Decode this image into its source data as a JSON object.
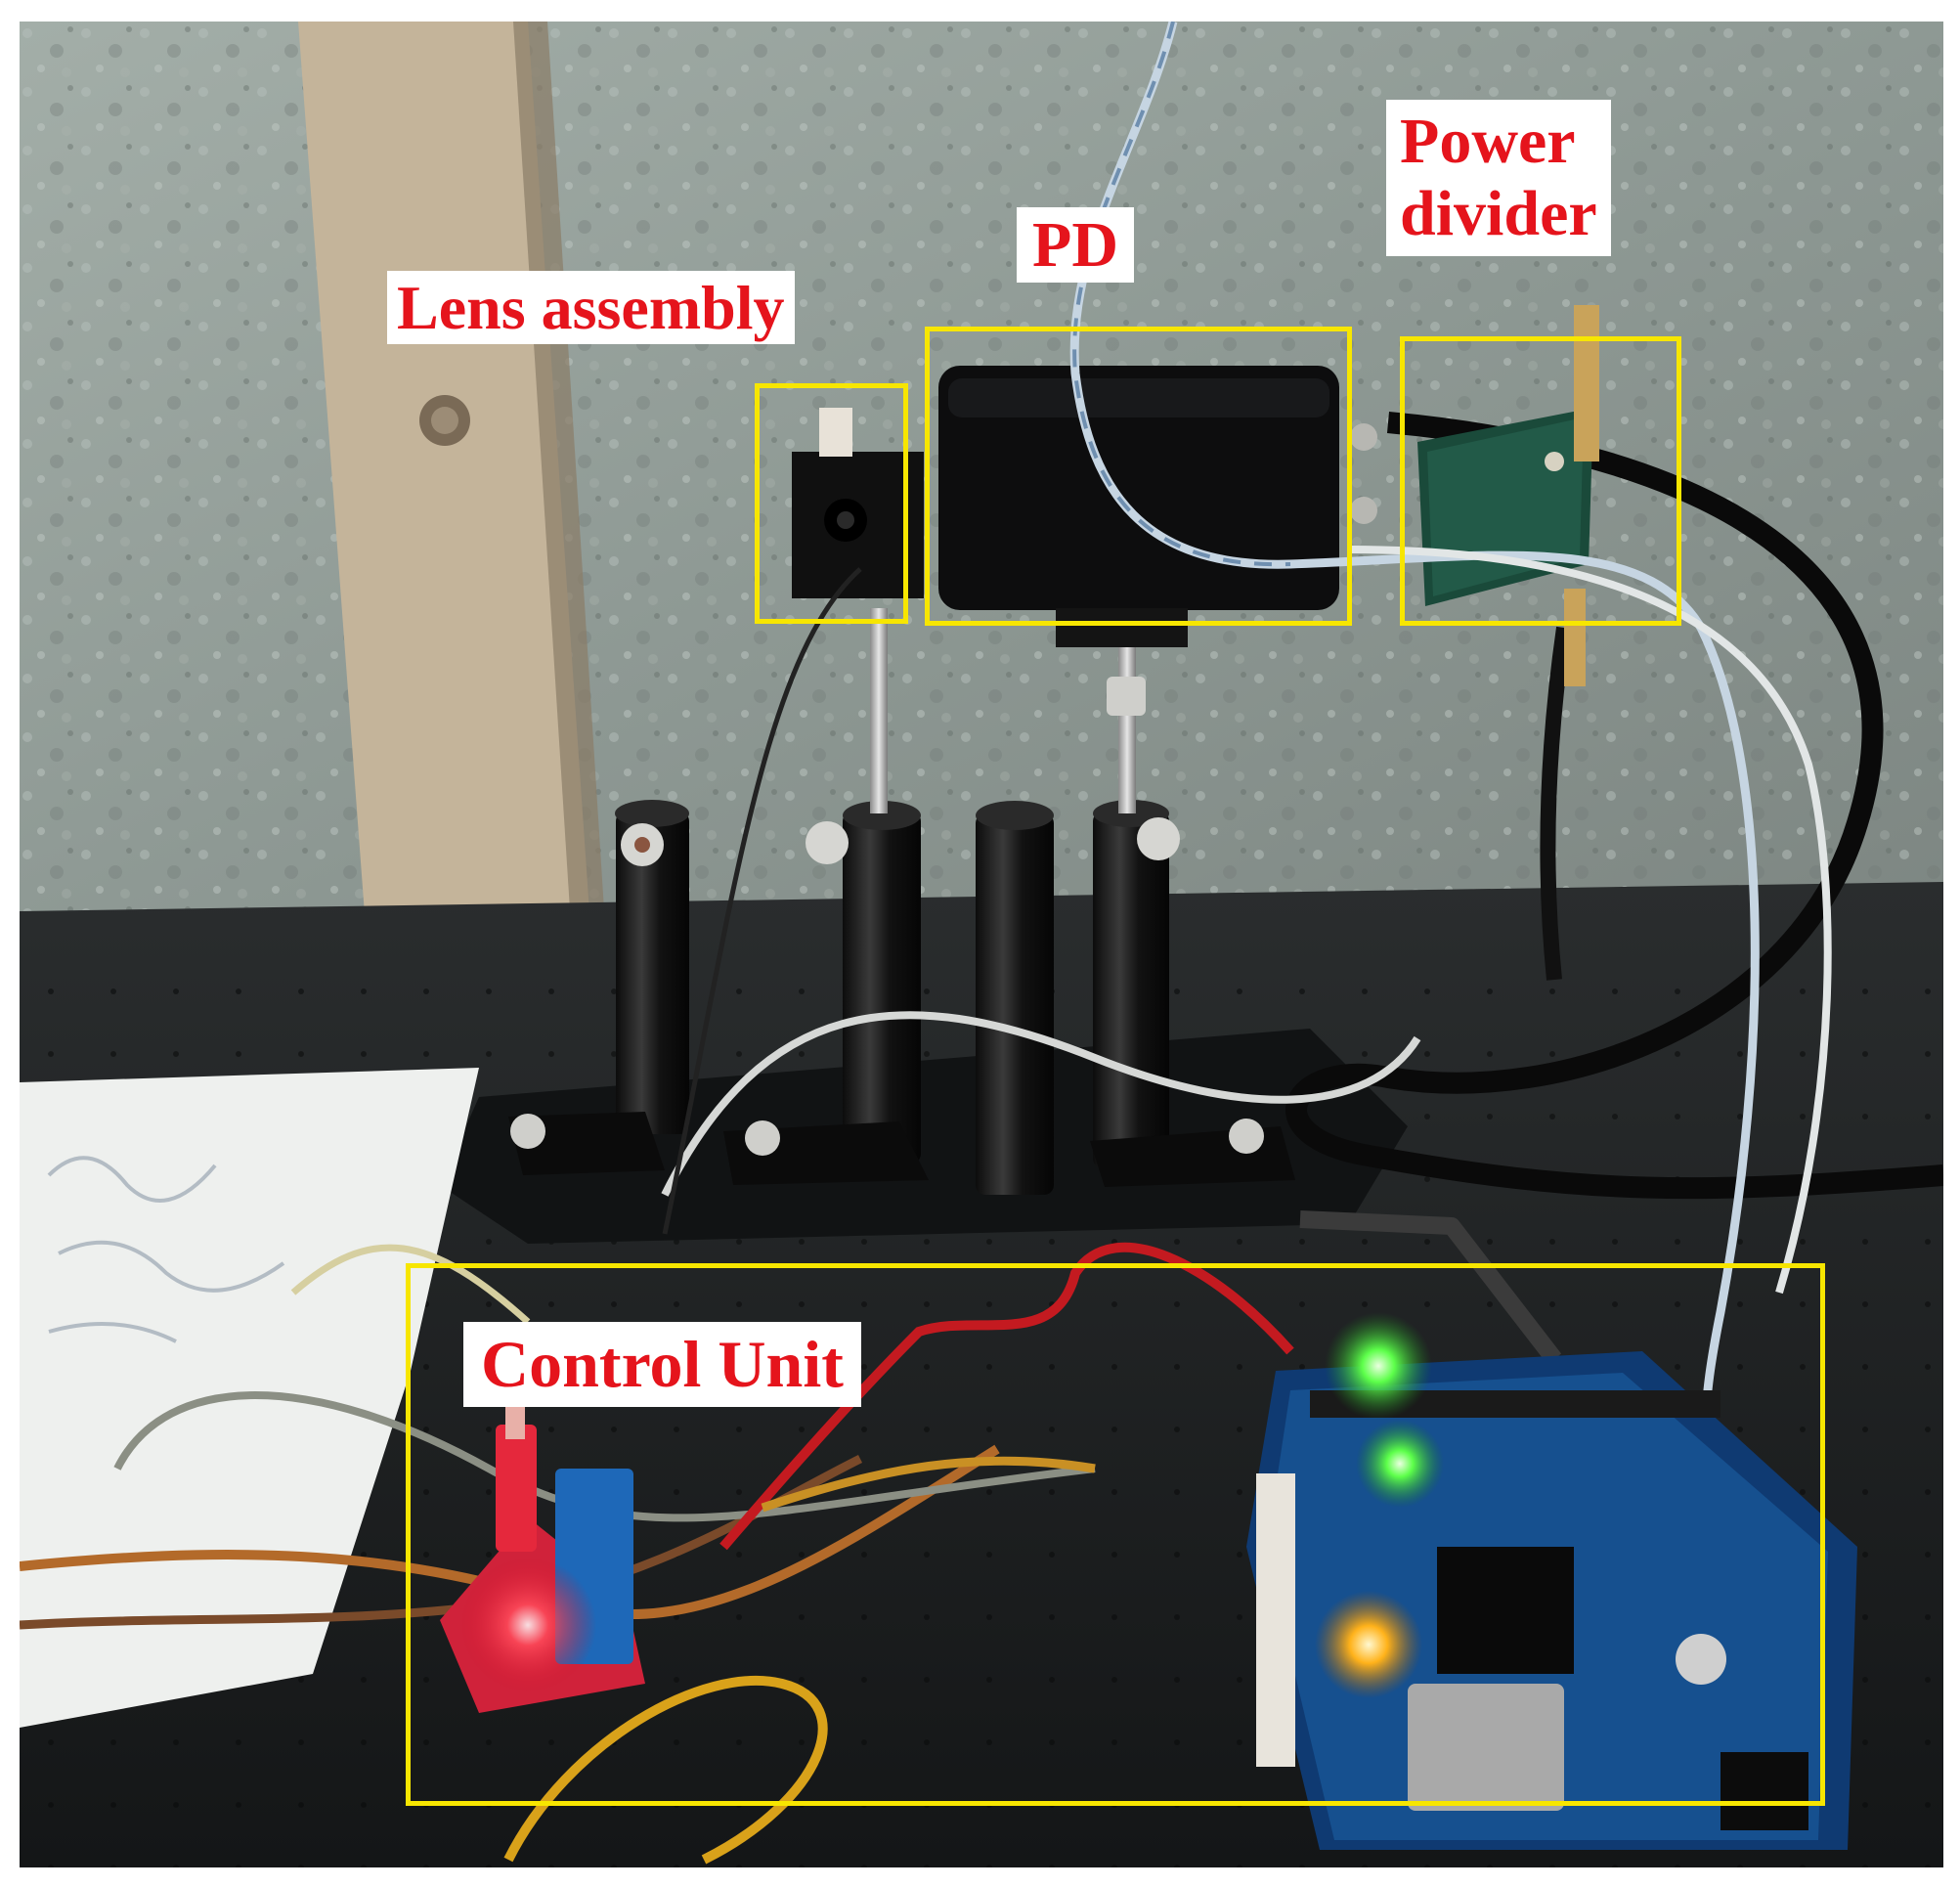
{
  "labels": {
    "lens_assembly": "Lens assembly",
    "pd": "PD",
    "power_divider_line1": "Power",
    "power_divider_line2": "divider",
    "control_unit": "Control Unit"
  },
  "colors": {
    "label_text": "#e5141c",
    "label_background": "#ffffff",
    "highlight_box": "#f7e600"
  }
}
